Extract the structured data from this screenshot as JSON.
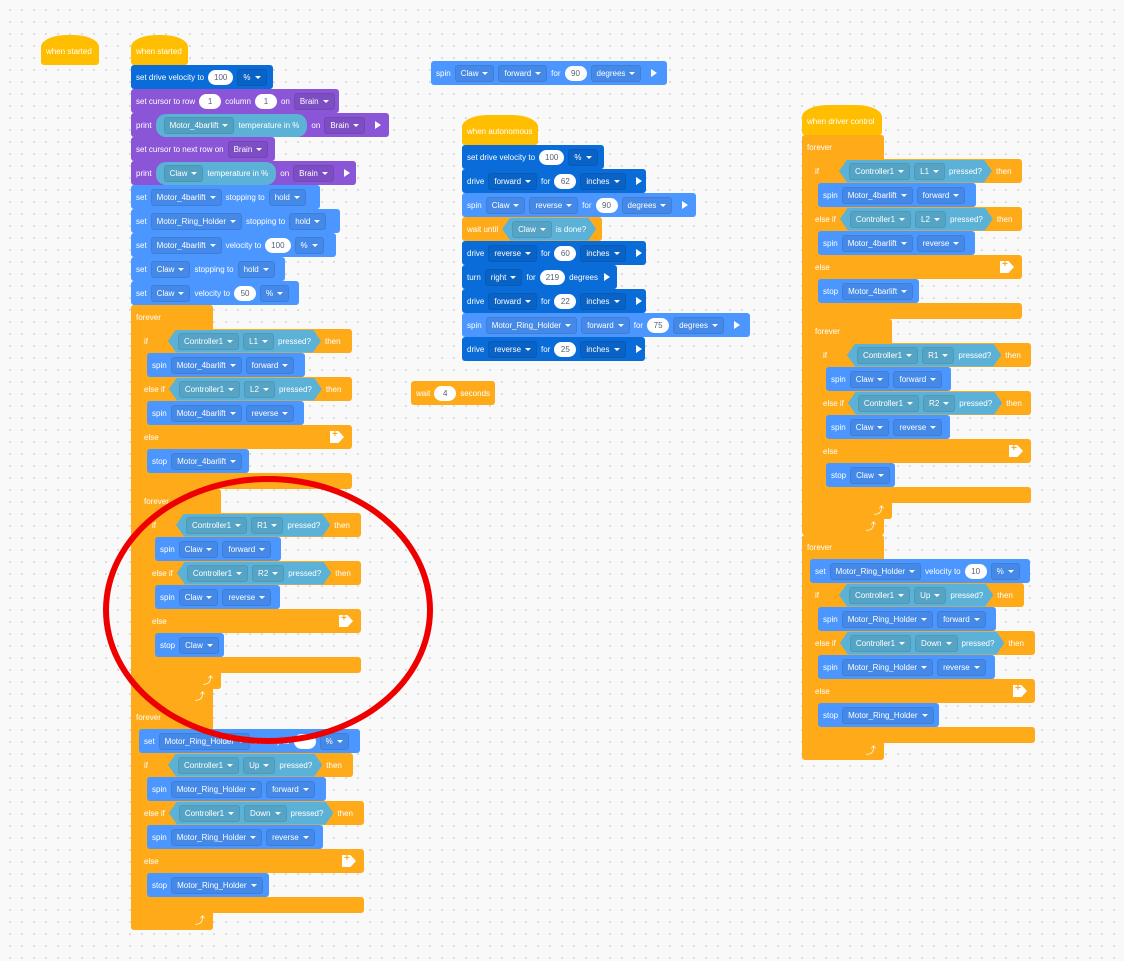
{
  "canvas": {
    "background": "#f9f9f9",
    "colors": {
      "event": "#ffbf00",
      "drivetrain": "#0a6cd9",
      "looks": "#8a55d7",
      "motion": "#4c97ff",
      "control": "#ffab19",
      "sensing": "#5cb1d6",
      "annotation": "#ee0000"
    }
  },
  "loose_hat": {
    "label": "when started"
  },
  "main": {
    "hat": "when started",
    "b1": {
      "pre": "set drive velocity to",
      "val": "100",
      "unit": "%"
    },
    "b2": {
      "pre": "set cursor to row",
      "row": "1",
      "mid": "column",
      "col": "1",
      "on": "on",
      "dev": "Brain"
    },
    "b3": {
      "pre": "print",
      "motor": "Motor_4barlift",
      "prop": "temperature in %",
      "on": "on",
      "dev": "Brain"
    },
    "b4": {
      "pre": "set cursor to next row on",
      "dev": "Brain"
    },
    "b5": {
      "pre": "print",
      "motor": "Claw",
      "prop": "temperature in %",
      "on": "on",
      "dev": "Brain"
    },
    "b6": {
      "pre": "set",
      "motor": "Motor_4barlift",
      "mid": "stopping to",
      "val": "hold"
    },
    "b7": {
      "pre": "set",
      "motor": "Motor_Ring_Holder",
      "mid": "stopping to",
      "val": "hold"
    },
    "b8": {
      "pre": "set",
      "motor": "Motor_4barlift",
      "mid": "velocity to",
      "val": "100",
      "unit": "%"
    },
    "b9": {
      "pre": "set",
      "motor": "Claw",
      "mid": "stopping to",
      "val": "hold"
    },
    "b10": {
      "pre": "set",
      "motor": "Claw",
      "mid": "velocity to",
      "val": "50",
      "unit": "%"
    },
    "forever": "forever",
    "if": "if",
    "elseif": "else if",
    "else": "else",
    "then": "then",
    "pressed": "pressed?",
    "ctrl": "Controller1",
    "spin": "spin",
    "stop": "stop",
    "set": "set",
    "l1": "L1",
    "l2": "L2",
    "r1": "R1",
    "r2": "R2",
    "up": "Up",
    "down": "Down",
    "m4": "Motor_4barlift",
    "claw": "Claw",
    "ring": "Motor_Ring_Holder",
    "fwd": "forward",
    "rev": "reverse",
    "velto": "velocity to",
    "pct": "%"
  },
  "floating_spin": {
    "pre": "spin",
    "motor": "Claw",
    "dir": "forward",
    "for": "for",
    "val": "90",
    "unit": "degrees"
  },
  "auton": {
    "hat": "when autonomous",
    "b1": {
      "pre": "set drive velocity to",
      "val": "100",
      "unit": "%"
    },
    "b2": {
      "pre": "drive",
      "dir": "forward",
      "for": "for",
      "val": "62",
      "unit": "inches"
    },
    "b3": {
      "pre": "spin",
      "motor": "Claw",
      "dir": "reverse",
      "for": "for",
      "val": "90",
      "unit": "degrees"
    },
    "b4": {
      "pre": "wait until",
      "motor": "Claw",
      "cond": "is done?"
    },
    "b5": {
      "pre": "drive",
      "dir": "reverse",
      "for": "for",
      "val": "60",
      "unit": "inches"
    },
    "b6": {
      "pre": "turn",
      "dir": "right",
      "for": "for",
      "val": "219",
      "unit": "degrees"
    },
    "b7": {
      "pre": "drive",
      "dir": "forward",
      "for": "for",
      "val": "22",
      "unit": "inches"
    },
    "b8": {
      "pre": "spin",
      "motor": "Motor_Ring_Holder",
      "dir": "forward",
      "for": "for",
      "val": "75",
      "unit": "degrees"
    },
    "b9": {
      "pre": "drive",
      "dir": "reverse",
      "for": "for",
      "val": "25",
      "unit": "inches"
    }
  },
  "wait_block": {
    "pre": "wait",
    "val": "4",
    "unit": "seconds"
  },
  "driver": {
    "hat": "when driver control",
    "ring_vel": "10"
  }
}
